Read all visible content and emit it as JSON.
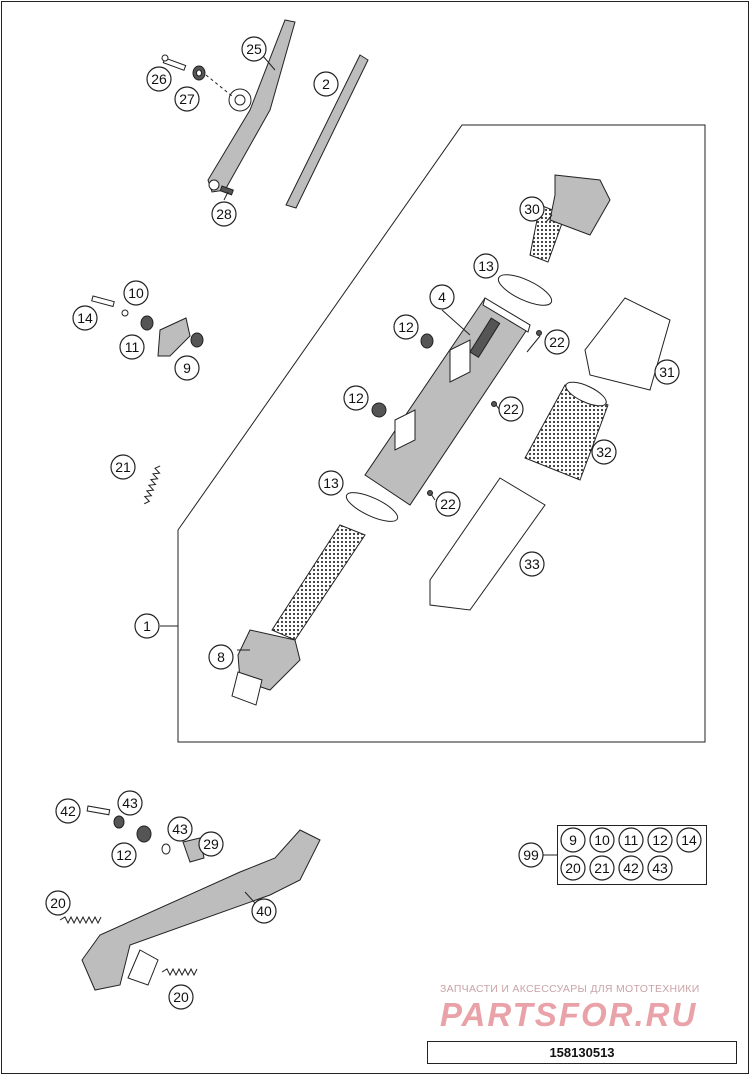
{
  "callouts": {
    "c1": "1",
    "c2": "2",
    "c4": "4",
    "c8": "8",
    "c9": "9",
    "c10": "10",
    "c11": "11",
    "c12a": "12",
    "c12b": "12",
    "c12c": "12",
    "c13a": "13",
    "c13b": "13",
    "c14": "14",
    "c20a": "20",
    "c20b": "20",
    "c21": "21",
    "c22a": "22",
    "c22b": "22",
    "c22c": "22",
    "c25": "25",
    "c26": "26",
    "c27": "27",
    "c28": "28",
    "c29": "29",
    "c30": "30",
    "c31": "31",
    "c32": "32",
    "c33": "33",
    "c40": "40",
    "c42": "42",
    "c43a": "43",
    "c43b": "43",
    "c99": "99"
  },
  "kit": [
    "9",
    "10",
    "11",
    "12",
    "14",
    "20",
    "21",
    "42",
    "43"
  ],
  "watermark": {
    "line1": "ЗАПЧАСТИ И АКСЕССУАРЫ ДЛЯ МОТОТЕХНИКИ",
    "line2": "PARTSFOR.RU"
  },
  "diagram_id": "158130513"
}
